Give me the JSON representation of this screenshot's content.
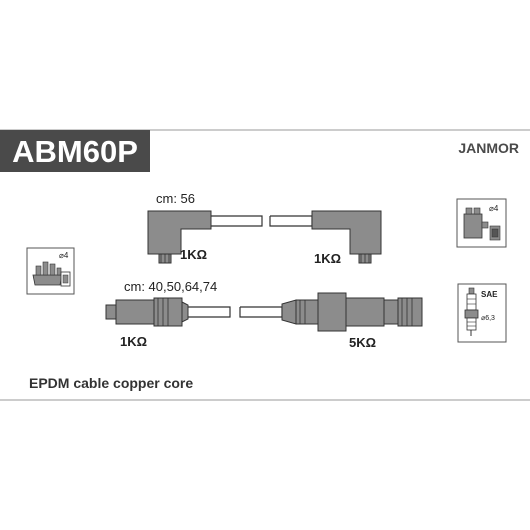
{
  "header": {
    "part_number": "ABM60P",
    "brand": "JANMOR"
  },
  "cable_sets": [
    {
      "length_label": "cm: 56",
      "resistance_left": "1KΩ",
      "resistance_right": "1KΩ"
    },
    {
      "length_label": "cm: 40,50,64,74",
      "resistance_left": "1KΩ",
      "resistance_right": "5KΩ"
    }
  ],
  "icons": {
    "distributor_cap_diameter": "⌀4",
    "ignition_coil_diameter": "⌀4",
    "spark_plug_standard": "SAE",
    "spark_plug_diameter": "⌀6,3"
  },
  "footer": {
    "description": "EPDM cable copper core"
  },
  "colors": {
    "banner_background": "#4a4a4a",
    "banner_text": "#ffffff",
    "brand_text": "#4a4a4a",
    "connector_fill": "#8c8c8c",
    "line_color": "#6f6f6f"
  }
}
